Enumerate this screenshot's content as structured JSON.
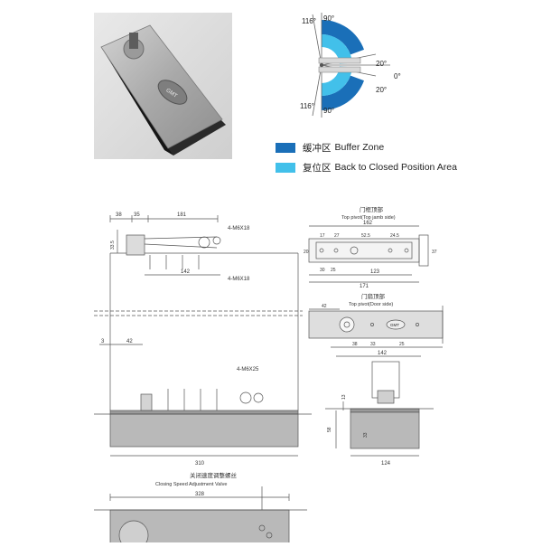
{
  "colors": {
    "buffer": "#1a6fb8",
    "return": "#42c0ea",
    "steel": "#b9b9b9",
    "steel_dark": "#8c8c8c",
    "line": "#555555",
    "dim": "#333333"
  },
  "photo": {
    "brand_plate": "GMT"
  },
  "angle_diagram": {
    "label_116_top": "116°",
    "label_90_top": "90°",
    "label_20_top": "20°",
    "label_0": "0°",
    "label_20_bottom": "20°",
    "label_116_bottom": "116°",
    "label_90_bottom": "90°"
  },
  "legend": {
    "buffer_zh": "缓冲区",
    "buffer_en": "Buffer Zone",
    "return_zh": "复位区",
    "return_en": "Back to  Closed  Position Area"
  },
  "side_view": {
    "d38": "38",
    "d35": "35",
    "d181": "181",
    "screw_top": "4-M6X18",
    "screw_mid": "4-M6X18",
    "d142": "142",
    "d335": "33.5",
    "d3": "3",
    "d42": "42",
    "screw_low": "4-M6X25",
    "d310": "310"
  },
  "top_pivot_jamb": {
    "title_zh": "门框顶部",
    "title_en": "Top pivot(Top jamb side)",
    "d162": "162",
    "d17": "17",
    "d27": "27",
    "d525": "52.5",
    "d245": "24.5",
    "d30": "30",
    "d25": "25",
    "d123": "123",
    "d171": "171",
    "d20": "20",
    "d37": "37"
  },
  "top_pivot_door": {
    "title_zh": "门扇顶部",
    "title_en": "Top pivot(Door side)",
    "d42": "42",
    "d38": "38",
    "d33": "33",
    "d25": "25",
    "d142": "142",
    "plate": "GMT"
  },
  "end_view": {
    "d13": "13",
    "d58": "58",
    "d33": "33",
    "d124": "124"
  },
  "plan_view": {
    "title_zh": "关闭速度调整螺丝",
    "title_en": "Closing  Speed  Adjustment  Valve",
    "d328": "328"
  }
}
